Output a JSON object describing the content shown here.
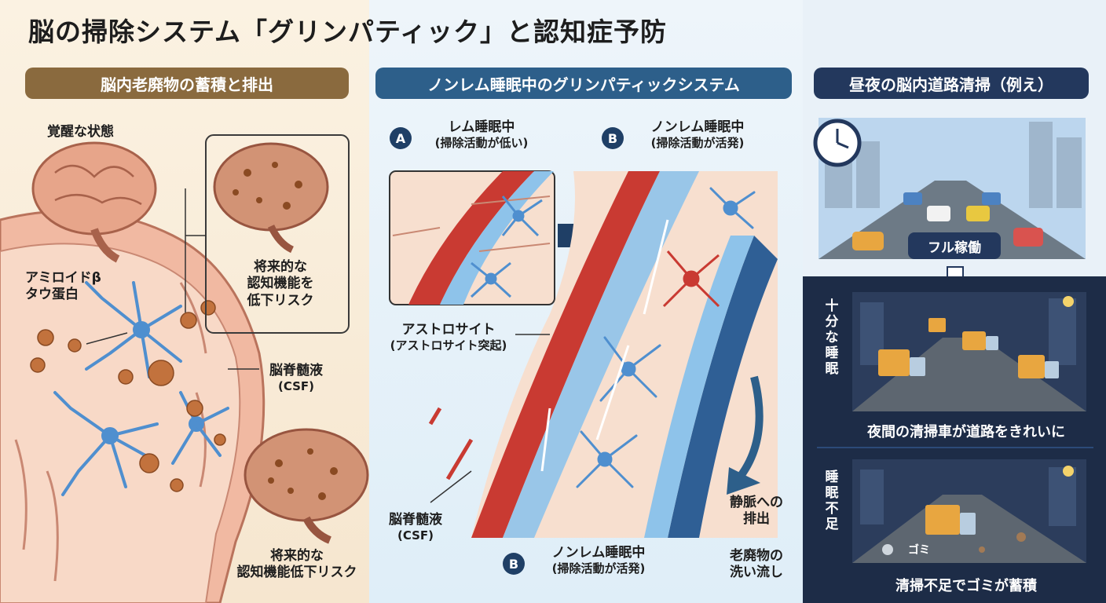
{
  "title": "脳の掃除システム「グリンパティック」と認知症予防",
  "panels": {
    "left": {
      "header": "脳内老廃物の蓄積と排出",
      "awake": "覚醒な状態",
      "amyloid_line1": "アミロイドβ",
      "amyloid_line2": "タウ蛋白",
      "risk_box": [
        "将来的な",
        "認知機能を",
        "低下リスク"
      ],
      "csf_line1": "脳脊髄液",
      "csf_line2": "(CSF)",
      "risk_bottom": [
        "将来的な",
        "認知機能低下リスク"
      ]
    },
    "middle": {
      "header": "ノンレム睡眠中のグリンパティックシステム",
      "badge_a": "A",
      "rem_title": "レム睡眠中",
      "rem_sub": "(掃除活動が低い)",
      "badge_b": "B",
      "nonrem_title": "ノンレム睡眠中",
      "nonrem_sub": "(掃除活動が活発)",
      "astro_title": "アストロサイト",
      "astro_sub": "(アストロサイト突起)",
      "csf_line1": "脳脊髄液",
      "csf_line2": "(CSF)",
      "vein": [
        "静脈への",
        "排出"
      ],
      "waste": [
        "老廃物の",
        "洗い流し"
      ],
      "bottom_badge": "B",
      "bottom_title": "ノンレム睡眠中",
      "bottom_sub": "(掃除活動が活発)"
    },
    "right": {
      "header": "昼夜の脳内道路清掃（例え）",
      "day_label": "フル稼働",
      "night1_tag": "十分な睡眠",
      "night1_caption": "夜間の清掃車が道路をきれいに",
      "night2_tag": "睡眠不足",
      "night2_caption": "清掃不足でゴミが蓄積",
      "trash_label": "ゴミ"
    }
  },
  "colors": {
    "brown": "#8a6a3e",
    "blue": "#2d5f8a",
    "navy": "#23385d",
    "artery": "#c93a32",
    "csf": "#8ec3ea",
    "astrocyte": "#4f8fcf",
    "brain": "#d79a80"
  }
}
